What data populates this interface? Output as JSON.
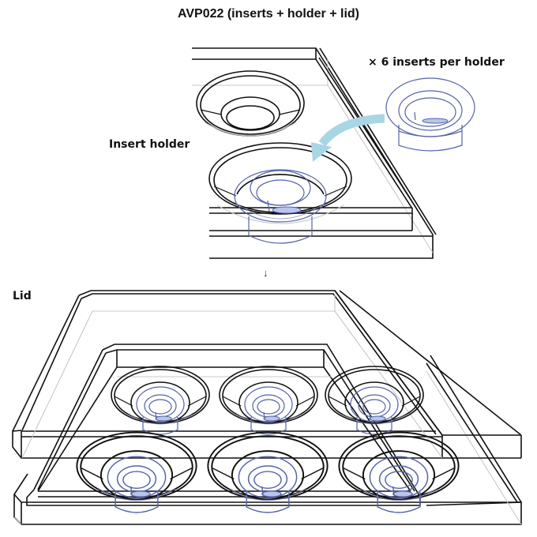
{
  "figure": {
    "title": "AVP022 (inserts + holder + lid)",
    "labels": {
      "inserts_note": "× 6 inserts per holder",
      "insert_holder": "Insert holder",
      "lid": "Lid",
      "assembly_arrow": "↓"
    },
    "components": [
      {
        "name": "insert",
        "count_per_holder": 6
      },
      {
        "name": "insert holder"
      },
      {
        "name": "lid"
      }
    ],
    "colors": {
      "outline": "#111111",
      "hidden_edge": "#c8c8c8",
      "insert": "#5563a8",
      "arrow": "#a9d6e5"
    }
  }
}
